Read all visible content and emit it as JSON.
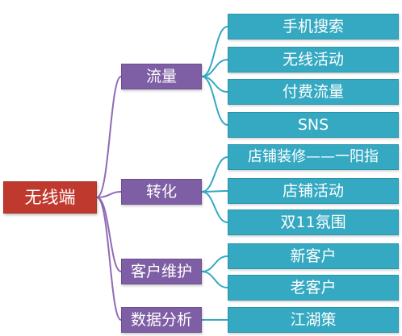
{
  "root": {
    "label": "无线端"
  },
  "branches": [
    {
      "label": "流量",
      "children": [
        "手机搜索",
        "无线活动",
        "付费流量",
        "SNS"
      ]
    },
    {
      "label": "转化",
      "children": [
        "店铺装修——一阳指",
        "店铺活动",
        "双11氛围"
      ]
    },
    {
      "label": "客户维护",
      "children": [
        "新客户",
        "老客户"
      ]
    },
    {
      "label": "数据分析",
      "children": [
        "江湖策"
      ]
    }
  ],
  "colors": {
    "root": "#c0392f",
    "branch": "#7e5ea4",
    "leaf": "#35a9c1",
    "root_connector": "#8f6bb5",
    "leaf_connector": "#35a9c1"
  }
}
